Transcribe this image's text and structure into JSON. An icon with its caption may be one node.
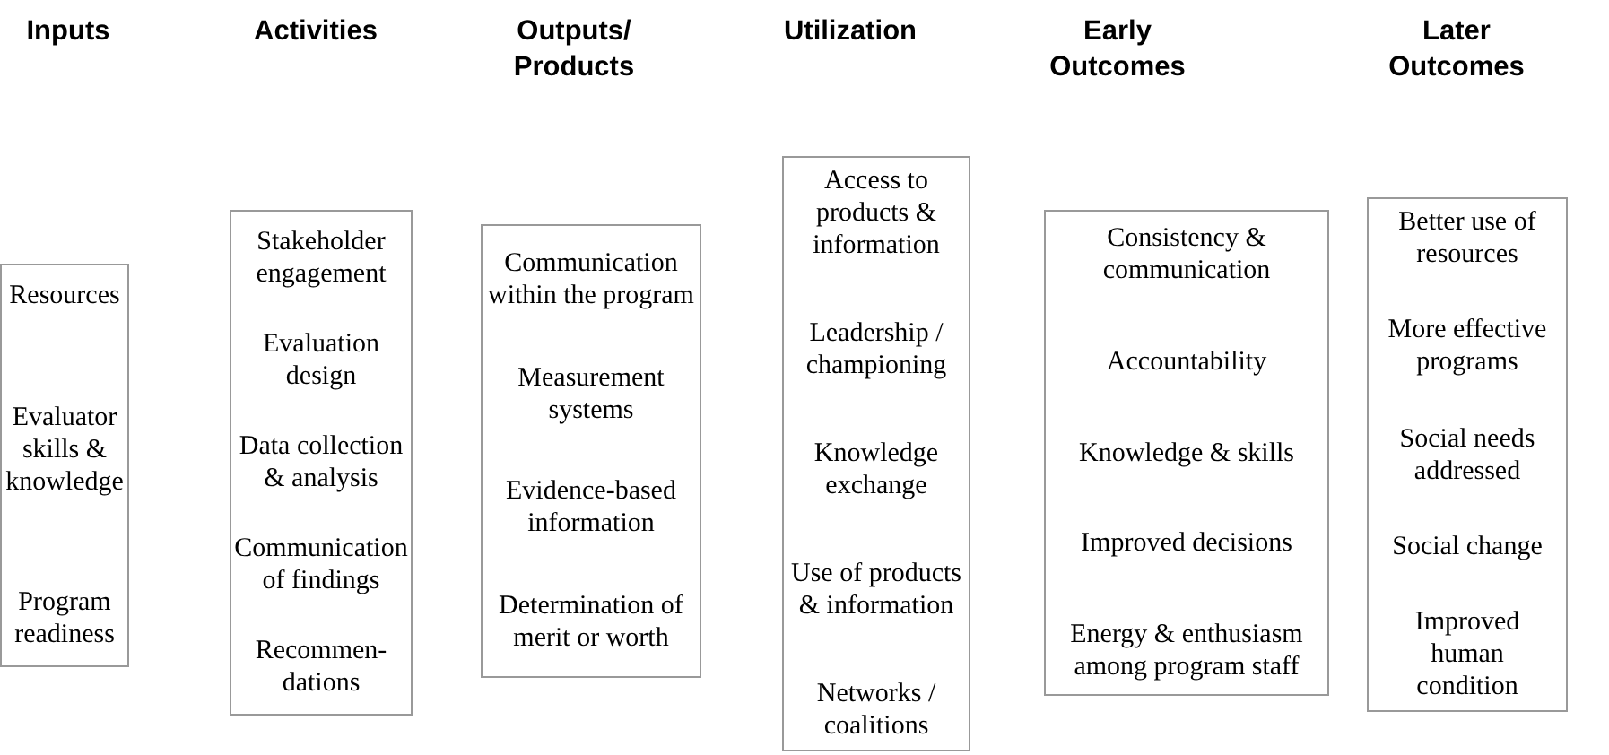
{
  "diagram": {
    "nodes": [
      {
        "text": [
          "Resources",
          "Evaluator skills & knowledge",
          "Program readiness"
        ]
      },
      {
        "text": [
          "Stakeholder engagement",
          "Evaluation design",
          "Data collection & analysis",
          "Communication of findings",
          "Recommen- dations"
        ]
      },
      {
        "text": [
          "Communication within the program",
          "Measurement systems",
          "Evidence-based information",
          "Determination of merit or worth"
        ]
      },
      {
        "text": [
          "Access to products & information",
          "Leadership / championing",
          "Knowledge exchange",
          "Use of products & information",
          "Networks / coalitions"
        ]
      },
      {
        "text": [
          "Consistency & communication",
          "Accountability",
          "Knowledge & skills",
          "Improved decisions",
          "Energy & enthusiasm among program staff"
        ]
      },
      {
        "text": [
          "Better use of resources",
          "More effective programs",
          "Social needs addressed",
          "Social change",
          "Improved human condition"
        ]
      }
    ],
    "labels": [
      "Inputs",
      "Activities",
      "Outputs/ Products",
      "Utilization",
      "Early Outcomes",
      "Later Outcomes"
    ]
  }
}
